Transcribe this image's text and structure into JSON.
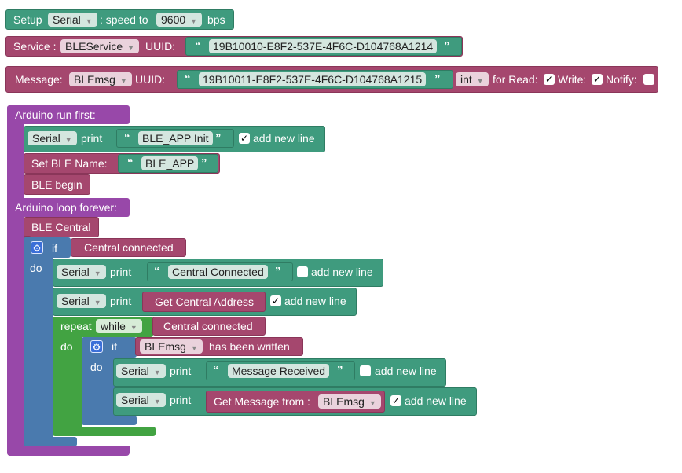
{
  "setup": {
    "prefix": "Setup",
    "serial": "Serial",
    "speed_label": ": speed to",
    "baud": "9600",
    "suffix": "bps"
  },
  "service": {
    "label": "Service :",
    "name": "BLEService",
    "uuid_label": "UUID:",
    "uuid": "19B10010-E8F2-537E-4F6C-D104768A1214"
  },
  "message": {
    "label": "Message:",
    "name": "BLEmsg",
    "uuid_label": "UUID:",
    "uuid": "19B10011-E8F2-537E-4F6C-D104768A1215",
    "type": "int",
    "read_label": "for Read:",
    "read": true,
    "write_label": "Write:",
    "write": true,
    "notify_label": "Notify:",
    "notify": false
  },
  "run_first": {
    "title": "Arduino run first:",
    "print1": {
      "serial": "Serial",
      "print": "print",
      "text": "BLE_APP Init",
      "newline_label": "add new line",
      "newline": true
    },
    "set_name": {
      "label": "Set BLE Name:",
      "text": "BLE_APP"
    },
    "begin": "BLE begin"
  },
  "loop": {
    "title": "Arduino loop forever:",
    "central": "BLE Central",
    "if1": {
      "if": "if",
      "do": "do",
      "cond": "Central connected"
    },
    "print2": {
      "serial": "Serial",
      "print": "print",
      "text": "Central Connected",
      "newline_label": "add new line",
      "newline": false
    },
    "print3": {
      "serial": "Serial",
      "print": "print",
      "value": "Get Central Address",
      "newline_label": "add new line",
      "newline": true
    },
    "repeat": {
      "label": "repeat",
      "mode": "while",
      "cond": "Central connected",
      "do": "do"
    },
    "if2": {
      "if": "if",
      "do": "do",
      "msg": "BLEmsg",
      "cond_suffix": "has been written"
    },
    "print4": {
      "serial": "Serial",
      "print": "print",
      "text": "Message Received",
      "newline_label": "add new line",
      "newline": false
    },
    "print5": {
      "serial": "Serial",
      "print": "print",
      "value": "Get Message from :",
      "msg": "BLEmsg",
      "newline_label": "add new line",
      "newline": true
    }
  },
  "icons": {
    "dropdown": "▼",
    "check": "✓",
    "gear": "⚙",
    "quote_open": "“",
    "quote_close": "”"
  },
  "colors": {
    "serial_block": "#3f9b7e",
    "ble_block": "#a5476e",
    "arduino_block": "#9848a9",
    "logic_block": "#4a7aae",
    "loop_block": "#42a342"
  }
}
